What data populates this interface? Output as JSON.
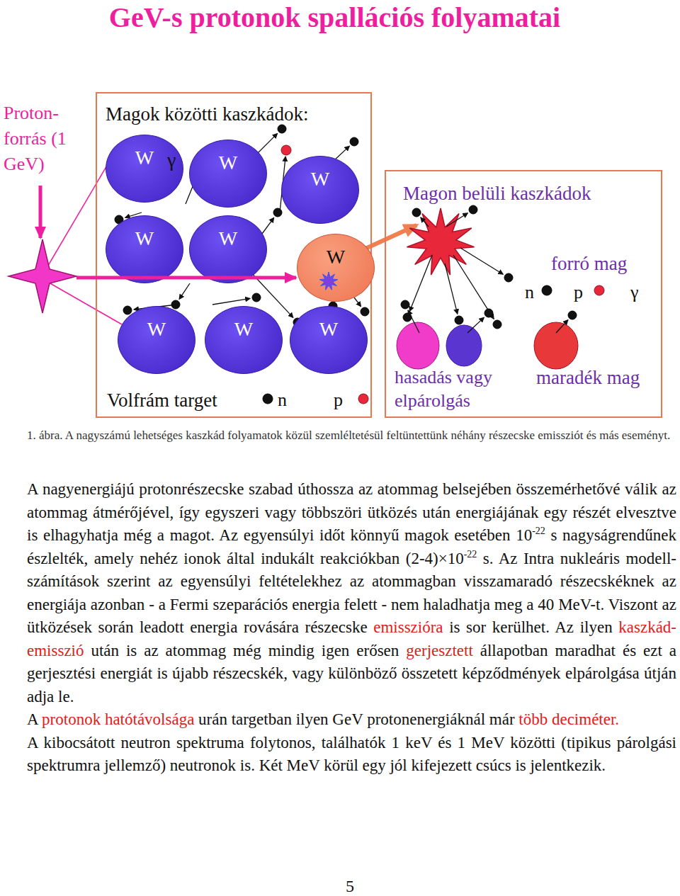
{
  "diagram": {
    "title": "GeV-s protonok spallációs folyamatai",
    "caption": "1. ábra. A nagyszámú lehetséges kaszkád folyamatok közül szemléltetésül feltüntettünk néhány részecske emissziót és más eseményt.",
    "nodes": [
      {
        "text": [
          "Magok közötti kaszkádok:",
          "Volfrám target"
        ]
      },
      {
        "text": [
          "W"
        ],
        "in": 0
      },
      {
        "text": [
          "W"
        ],
        "in": 0
      },
      {
        "text": [
          "W"
        ],
        "in": 0
      },
      {
        "text": [
          "W"
        ],
        "in": 0
      },
      {
        "text": [
          "W"
        ],
        "in": 0
      },
      {
        "text": [
          "W"
        ],
        "in": 0
      },
      {
        "text": [
          "W"
        ],
        "in": 0
      },
      {
        "text": [
          "W"
        ],
        "in": 0
      },
      {
        "text": [
          "W"
        ],
        "in": 0
      },
      {
        "text": [
          "Magon belüli kaszkádok"
        ]
      }
    ],
    "labels": [
      "Proton-forrás (1 GeV)",
      "γ",
      "n",
      "p",
      "forró mag",
      "n",
      "p",
      "γ",
      "hasadás vagy elpárolgás",
      "maradék mag",
      "A nagyenergiájú protonrészecske szabad úthossza az atommag belsejében összemérhetővé válik az atommag átmérőjével, így egyszeri vagy többszöri ütközés után energiájának egy részét elvesztve is elhagyhatja még a magot. Az egyensúlyi időt könnyű magok esetében 10",
      "-22",
      "s nagyságrendűnek észlelték, amely nehéz ionok által indukált reakciókban (2-4)×10",
      "-22",
      "s. Az Intra nukleáris modell-számítások szerint az egyensúlyi feltételekhez az atommagban visszamaradó részecskéknek az energiája azonban - a Fermi szeparációs energia felett - nem haladhatja meg a 40 MeV-t. Viszont az ütközések során leadott energia rovására részecske",
      "emisszióra",
      "is sor kerülhet. Az ilyen",
      "kaszkád-emisszió",
      "után is az atommag még mindig igen erősen",
      "gerjesztett",
      "állapotban maradhat és ezt a gerjesztési energiát is újabb részecskék, vagy különböző összetett képződmények elpárolgása útján adja le.",
      "A",
      "protonok hatótávolsága",
      "urán targetban ilyen GeV protonenergiáknál már",
      "több deciméter.",
      "A kibocsátott neutron spektruma folytonos, találhatók 1 keV és 1 MeV közötti (tipikus párolgási spektrumra jellemző) neutronok is. Két MeV körül egy jól kifejezett csúcs is jelentkezik.",
      "5"
    ]
  }
}
